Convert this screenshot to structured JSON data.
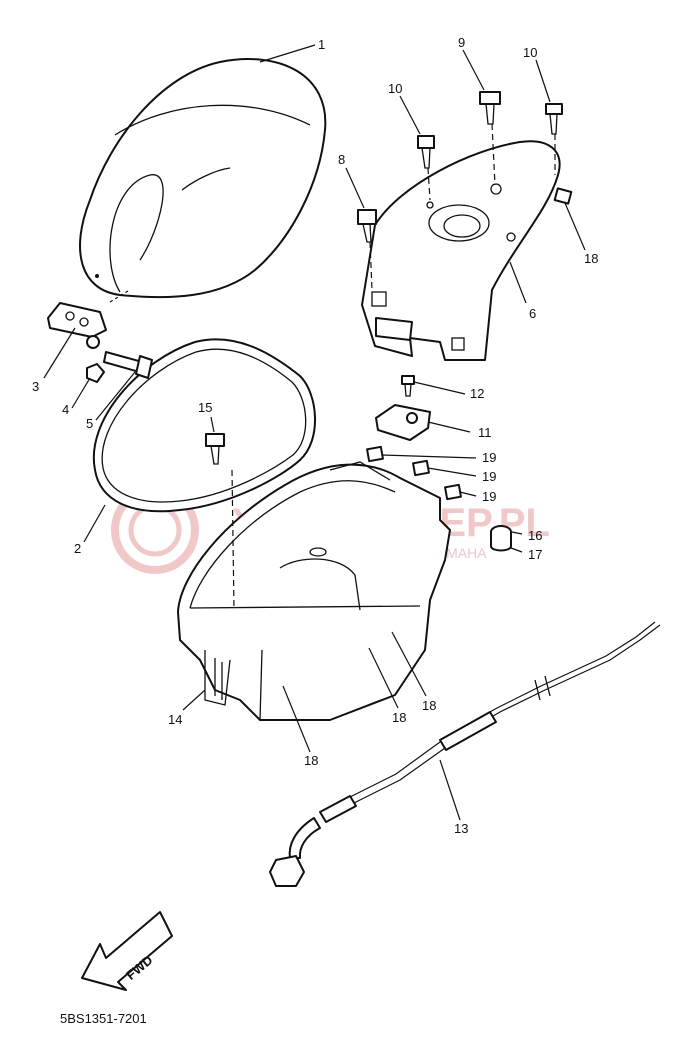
{
  "watermark": {
    "brand": "YAMA-SKLEP.PL",
    "tagline": "WOJCIECH ŁOWICZ DEALER YAMAHA"
  },
  "callouts": [
    {
      "id": "c1",
      "text": "1"
    },
    {
      "id": "c2",
      "text": "2"
    },
    {
      "id": "c3",
      "text": "3"
    },
    {
      "id": "c4",
      "text": "4"
    },
    {
      "id": "c5",
      "text": "5"
    },
    {
      "id": "c6",
      "text": "6"
    },
    {
      "id": "c8",
      "text": "8"
    },
    {
      "id": "c9",
      "text": "9"
    },
    {
      "id": "c10a",
      "text": "10"
    },
    {
      "id": "c10b",
      "text": "10"
    },
    {
      "id": "c11",
      "text": "11"
    },
    {
      "id": "c12",
      "text": "12"
    },
    {
      "id": "c13",
      "text": "13"
    },
    {
      "id": "c14",
      "text": "14"
    },
    {
      "id": "c15",
      "text": "15"
    },
    {
      "id": "c16",
      "text": "16"
    },
    {
      "id": "c17",
      "text": "17"
    },
    {
      "id": "c18a",
      "text": "18"
    },
    {
      "id": "c18b",
      "text": "18"
    },
    {
      "id": "c18c",
      "text": "18"
    },
    {
      "id": "c18d",
      "text": "18"
    },
    {
      "id": "c19a",
      "text": "19"
    },
    {
      "id": "c19b",
      "text": "19"
    },
    {
      "id": "c19c",
      "text": "19"
    }
  ],
  "fwd_label": "FWD",
  "diagram_code": "5BS1351-7201"
}
